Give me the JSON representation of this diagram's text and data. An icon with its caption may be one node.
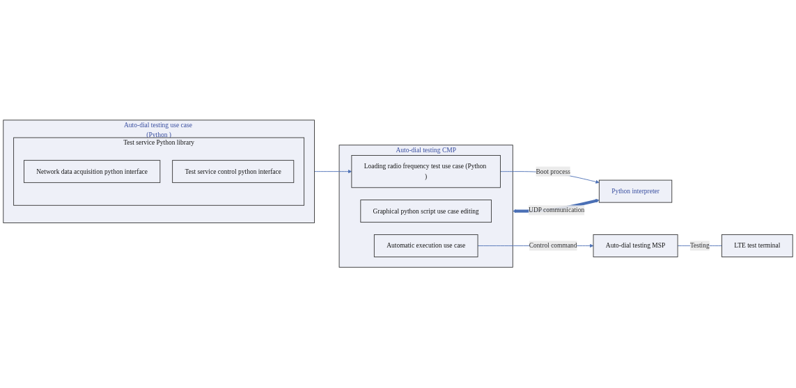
{
  "diagram": {
    "nodes": [
      {
        "text": [
          "Auto-dial testing use case (Python )"
        ]
      },
      {
        "text": [
          "Test service Python library"
        ],
        "in": 0
      },
      {
        "text": [
          "Network data acquisition python interface"
        ],
        "in": 1
      },
      {
        "text": [
          "Test service control python interface"
        ],
        "in": 1
      },
      {
        "text": [
          "Auto-dial testing CMP"
        ]
      },
      {
        "text": [
          "Loading radio frequency test use case (Python )"
        ],
        "in": 4
      },
      {
        "text": [
          "Graphical python script use case editing"
        ],
        "in": 4
      },
      {
        "text": [
          "Automatic execution use case"
        ],
        "in": 4
      },
      {
        "text": [
          "Python interpreter"
        ]
      },
      {
        "text": [
          "Auto-dial testing MSP"
        ]
      },
      {
        "text": [
          "LTE test terminal"
        ]
      }
    ],
    "edges": [
      {
        "from": 0,
        "to": 5,
        "arrow": "to"
      },
      {
        "from": 5,
        "to": 8,
        "arrow": "to",
        "label": "Boot process"
      },
      {
        "from": 4,
        "to": 8,
        "arrow": "both",
        "label": "UDP communication",
        "style": "thick"
      },
      {
        "from": 7,
        "to": 9,
        "arrow": "to",
        "label": "Control command"
      },
      {
        "from": 9,
        "to": 10,
        "arrow": "none",
        "label": "Testing"
      }
    ]
  }
}
